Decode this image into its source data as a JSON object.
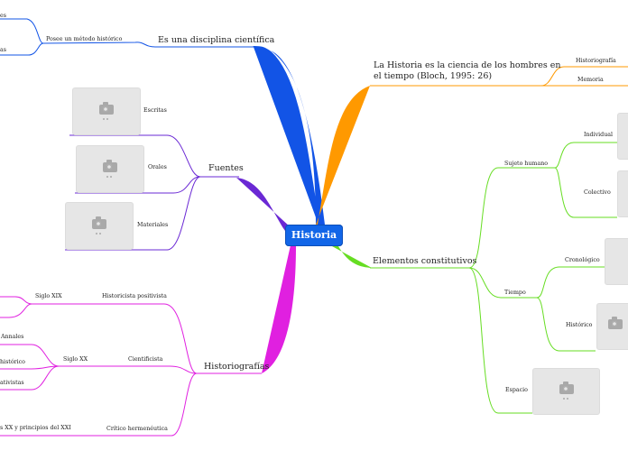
{
  "root": "Historia",
  "colors": {
    "blue": "#1254e6",
    "purple": "#6a28d4",
    "magenta": "#e020e0",
    "orange": "#ff9900",
    "green": "#66dd22",
    "root_bg": "#1266e8"
  },
  "branches": {
    "disciplina": {
      "label": "Es una disciplina científica",
      "child": "Posee un método histórico",
      "leaf_a": "es",
      "leaf_b": "as"
    },
    "fuentes": {
      "label": "Fuentes",
      "items": [
        "Escritas",
        "Orales",
        "Materiales"
      ]
    },
    "historiografias": {
      "label": "Historiografías",
      "historicista": "Historicista positivista",
      "siglo19": "Siglo XIX",
      "cientificista": "Cientificista",
      "siglo20": "Siglo XX",
      "annales": "Annales",
      "historico": "histórico",
      "ativistas": "ativistas",
      "critico": "Crítico hermenéutica",
      "xx_xxi": "s XX y principios del XXI"
    },
    "definicion": {
      "label_line1": "La Historia es la ciencia de los hombres en",
      "label_line2": "el tiempo (Bloch, 1995: 26)",
      "items": [
        "Historiografía",
        "Memoria"
      ]
    },
    "elementos": {
      "label": "Elementos constitutivos",
      "sujeto": "Sujeto humano",
      "individual": "Individual",
      "colectivo": "Colectivo",
      "tiempo": "Tiempo",
      "cronologico": "Cronológico",
      "historico": "Histórico",
      "espacio": "Espacio"
    }
  }
}
